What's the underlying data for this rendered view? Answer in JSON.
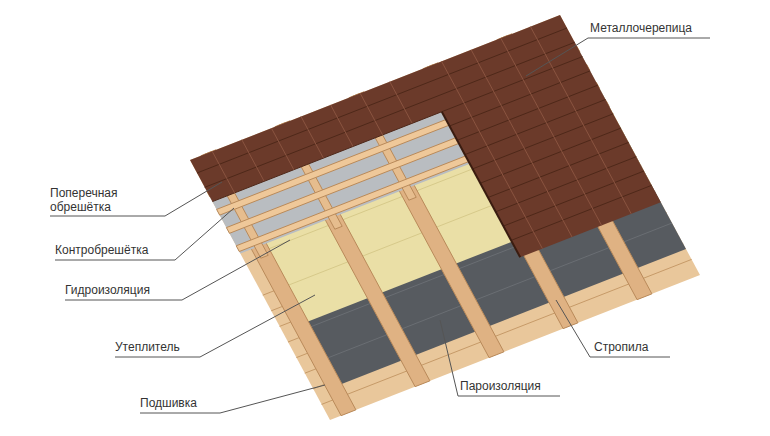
{
  "diagram": {
    "labels": [
      "Металлочерепица",
      "Поперечная обрешётка",
      "Контробрешётка",
      "Гидроизоляция",
      "Утеплитель",
      "Стропила",
      "Пароизоляция",
      "Подшивка"
    ]
  }
}
